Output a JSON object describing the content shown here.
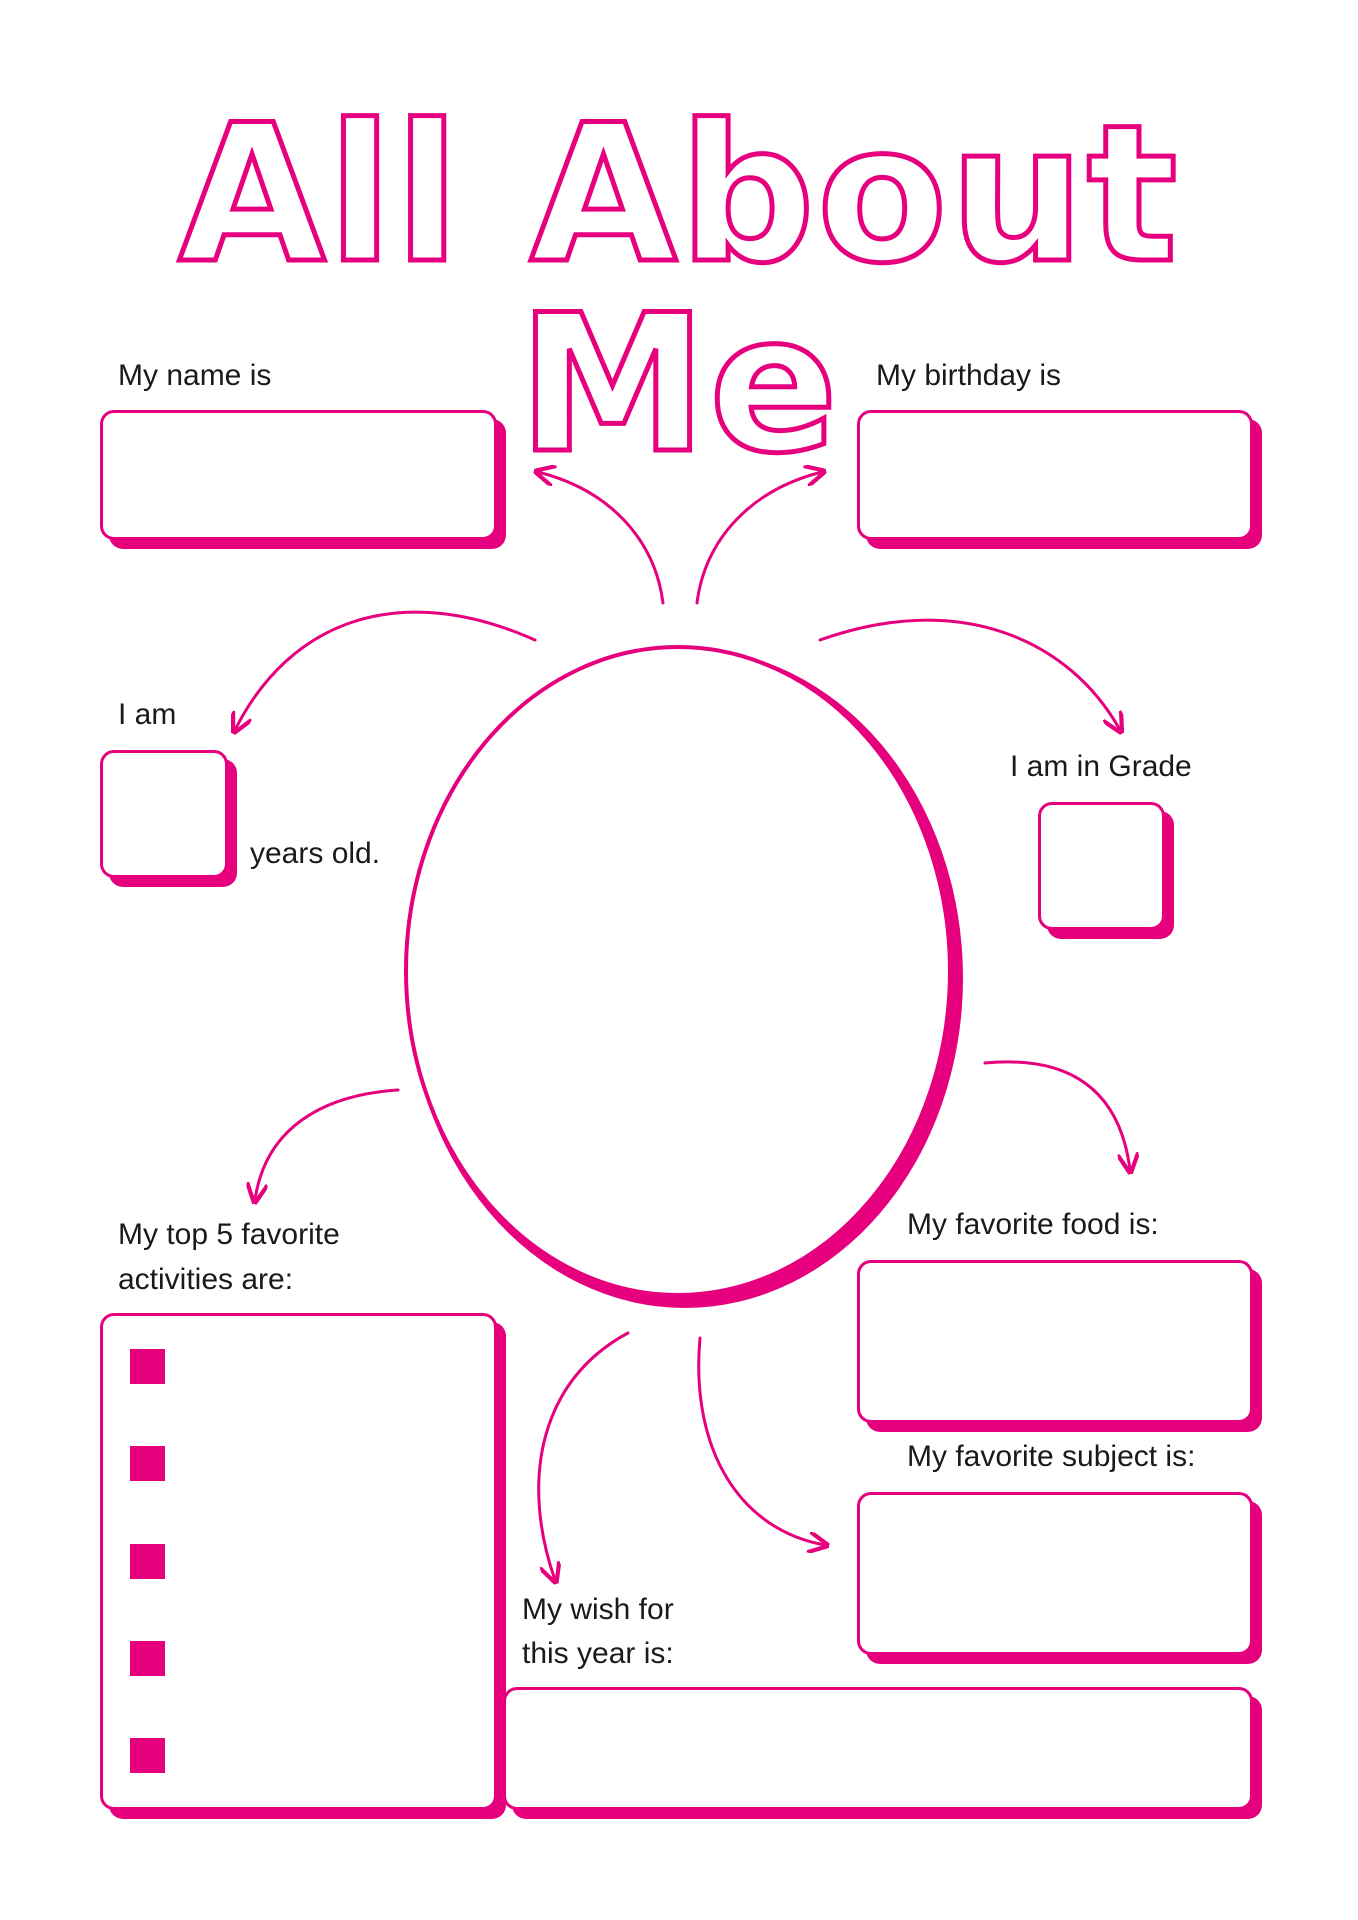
{
  "title": "All About Me",
  "accent_color": "#e6007e",
  "labels": {
    "name": "My name is",
    "birthday": "My birthday is",
    "age_prefix": "I am",
    "age_suffix": "years old.",
    "grade": "I am in Grade",
    "activities_line1": "My top 5 favorite",
    "activities_line2": "activities are:",
    "food": "My favorite food is:",
    "subject": "My favorite subject is:",
    "wish_line1": "My wish for",
    "wish_line2": "this year is:"
  },
  "activities_bullet_count": 5
}
